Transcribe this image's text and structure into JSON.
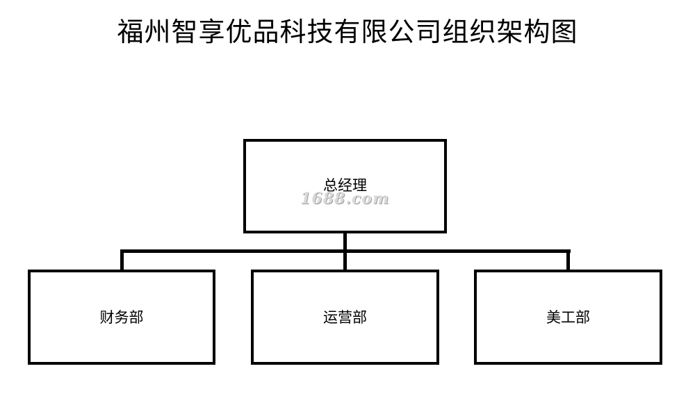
{
  "title": "福州智享优品科技有限公司组织架构图",
  "watermark": "1688.com",
  "nodes": {
    "root": {
      "label": "总经理"
    },
    "children": [
      {
        "label": "财务部"
      },
      {
        "label": "运营部"
      },
      {
        "label": "美工部"
      }
    ]
  }
}
